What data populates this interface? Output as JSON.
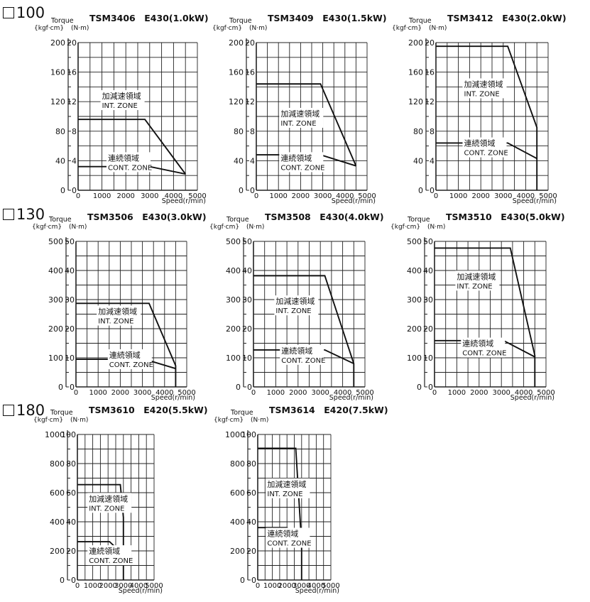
{
  "sections": [
    {
      "label": "100"
    },
    {
      "label": "130"
    },
    {
      "label": "180"
    }
  ],
  "axis_text": {
    "y_title": "Torque",
    "y_units_left": "{kgf·cm}",
    "y_units_right": "(N·m)",
    "x_title": "Speed(r/min)",
    "x_ticks": [
      "0",
      "1000",
      "2000",
      "3000",
      "4000",
      "5000"
    ]
  },
  "chart_data": [
    {
      "type": "line",
      "title": "TSM3406　E430(1.0kW)",
      "section": "100",
      "xlim": [
        0,
        5000
      ],
      "ylim_nm": [
        0,
        20
      ],
      "ylim_kgfcm": [
        0,
        200
      ],
      "ticks_nm": [
        "0",
        "4",
        "8",
        "12",
        "16",
        "20"
      ],
      "ticks_kgfcm": [
        "0",
        "40",
        "80",
        "120",
        "160",
        "200"
      ],
      "series": [
        {
          "name": "加減速領域",
          "name2": "INT. ZONE",
          "x": [
            0,
            2800,
            4500
          ],
          "y": [
            9.6,
            9.6,
            2.2
          ]
        },
        {
          "name": "連続領域",
          "name2": "CONT. ZONE",
          "x": [
            0,
            3000,
            4500
          ],
          "y": [
            3.2,
            3.2,
            2.2
          ]
        }
      ]
    },
    {
      "type": "line",
      "title": "TSM3409　E430(1.5kW)",
      "section": "100",
      "xlim": [
        0,
        5000
      ],
      "ylim_nm": [
        0,
        20
      ],
      "ylim_kgfcm": [
        0,
        200
      ],
      "ticks_nm": [
        "0",
        "4",
        "8",
        "12",
        "16",
        "20"
      ],
      "ticks_kgfcm": [
        "0",
        "40",
        "80",
        "120",
        "160",
        "200"
      ],
      "series": [
        {
          "name": "加減速領域",
          "name2": "INT. ZONE",
          "x": [
            0,
            2900,
            4500
          ],
          "y": [
            14.4,
            14.4,
            3.3
          ]
        },
        {
          "name": "連続領域",
          "name2": "CONT. ZONE",
          "x": [
            0,
            2900,
            4500
          ],
          "y": [
            4.8,
            4.8,
            3.3
          ]
        }
      ]
    },
    {
      "type": "line",
      "title": "TSM3412　E430(2.0kW)",
      "section": "100",
      "xlim": [
        0,
        5000
      ],
      "ylim_nm": [
        0,
        20
      ],
      "ylim_kgfcm": [
        0,
        200
      ],
      "ticks_nm": [
        "0",
        "4",
        "8",
        "12",
        "16",
        "20"
      ],
      "ticks_kgfcm": [
        "0",
        "40",
        "80",
        "120",
        "160",
        "200"
      ],
      "series": [
        {
          "name": "加減速領域",
          "name2": "INT. ZONE",
          "x": [
            0,
            3200,
            4500,
            4500
          ],
          "y": [
            19.5,
            19.5,
            8.5,
            0
          ]
        },
        {
          "name": "連続領域",
          "name2": "CONT. ZONE",
          "x": [
            0,
            3200,
            4500
          ],
          "y": [
            6.4,
            6.4,
            4.3
          ]
        }
      ]
    },
    {
      "type": "line",
      "title": "TSM3506　E430(3.0kW)",
      "section": "130",
      "xlim": [
        0,
        5000
      ],
      "ylim_nm": [
        0,
        50
      ],
      "ylim_kgfcm": [
        0,
        500
      ],
      "ticks_nm": [
        "0",
        "10",
        "20",
        "30",
        "40",
        "50"
      ],
      "ticks_kgfcm": [
        "0",
        "100",
        "200",
        "300",
        "400",
        "500"
      ],
      "series": [
        {
          "name": "加減速領域",
          "name2": "INT. ZONE",
          "x": [
            0,
            3300,
            4500,
            4500
          ],
          "y": [
            28.7,
            28.7,
            7.3,
            0
          ]
        },
        {
          "name": "連続領域",
          "name2": "CONT. ZONE",
          "x": [
            0,
            3100,
            4500
          ],
          "y": [
            9.5,
            9.5,
            6.3
          ]
        }
      ]
    },
    {
      "type": "line",
      "title": "TSM3508　E430(4.0kW)",
      "section": "130",
      "xlim": [
        0,
        5000
      ],
      "ylim_nm": [
        0,
        50
      ],
      "ylim_kgfcm": [
        0,
        500
      ],
      "ticks_nm": [
        "0",
        "10",
        "20",
        "30",
        "40",
        "50"
      ],
      "ticks_kgfcm": [
        "0",
        "100",
        "200",
        "300",
        "400",
        "500"
      ],
      "series": [
        {
          "name": "加減速領域",
          "name2": "INT. ZONE",
          "x": [
            0,
            3200,
            4500,
            4500
          ],
          "y": [
            38.2,
            38.2,
            8.0,
            0
          ]
        },
        {
          "name": "連続領域",
          "name2": "CONT. ZONE",
          "x": [
            0,
            3200,
            4500
          ],
          "y": [
            12.7,
            12.7,
            8.0
          ]
        }
      ]
    },
    {
      "type": "line",
      "title": "TSM3510　E430(5.0kW)",
      "section": "130",
      "xlim": [
        0,
        5000
      ],
      "ylim_nm": [
        0,
        50
      ],
      "ylim_kgfcm": [
        0,
        500
      ],
      "ticks_nm": [
        "0",
        "10",
        "20",
        "30",
        "40",
        "50"
      ],
      "ticks_kgfcm": [
        "0",
        "100",
        "200",
        "300",
        "400",
        "500"
      ],
      "series": [
        {
          "name": "加減速領域",
          "name2": "INT. ZONE",
          "x": [
            0,
            3400,
            4500,
            4500
          ],
          "y": [
            47.7,
            47.7,
            10.8,
            0
          ]
        },
        {
          "name": "連続領域",
          "name2": "CONT. ZONE",
          "x": [
            0,
            3100,
            4500
          ],
          "y": [
            15.9,
            15.9,
            10.3
          ]
        }
      ]
    },
    {
      "type": "line",
      "title": "TSM3610　E420(5.5kW)",
      "section": "180",
      "xlim": [
        0,
        5000
      ],
      "ylim_nm": [
        0,
        100
      ],
      "ylim_kgfcm": [
        0,
        1000
      ],
      "ticks_nm": [
        "0",
        "20",
        "40",
        "60",
        "80",
        "100"
      ],
      "ticks_kgfcm": [
        "0",
        "200",
        "400",
        "600",
        "800",
        "1000"
      ],
      "series": [
        {
          "name": "加減速領域",
          "name2": "INT. ZONE",
          "x": [
            0,
            2800,
            3000,
            3000
          ],
          "y": [
            65.5,
            65.5,
            43,
            0
          ]
        },
        {
          "name": "連続領域",
          "name2": "CONT. ZONE",
          "x": [
            0,
            2100,
            3000
          ],
          "y": [
            26.3,
            26.3,
            17.3
          ]
        }
      ]
    },
    {
      "type": "line",
      "title": "TSM3614　E420(7.5kW)",
      "section": "180",
      "xlim": [
        0,
        5000
      ],
      "ylim_nm": [
        0,
        100
      ],
      "ylim_kgfcm": [
        0,
        1000
      ],
      "ticks_nm": [
        "0",
        "20",
        "40",
        "60",
        "80",
        "100"
      ],
      "ticks_kgfcm": [
        "0",
        "200",
        "400",
        "600",
        "800",
        "1000"
      ],
      "series": [
        {
          "name": "加減速領域",
          "name2": "INT. ZONE",
          "x": [
            0,
            2600,
            3000,
            3000
          ],
          "y": [
            90.5,
            90.5,
            25,
            0
          ]
        },
        {
          "name": "連続領域",
          "name2": "CONT. ZONE",
          "x": [
            0,
            2000,
            3000
          ],
          "y": [
            36,
            36,
            25
          ]
        }
      ]
    }
  ]
}
